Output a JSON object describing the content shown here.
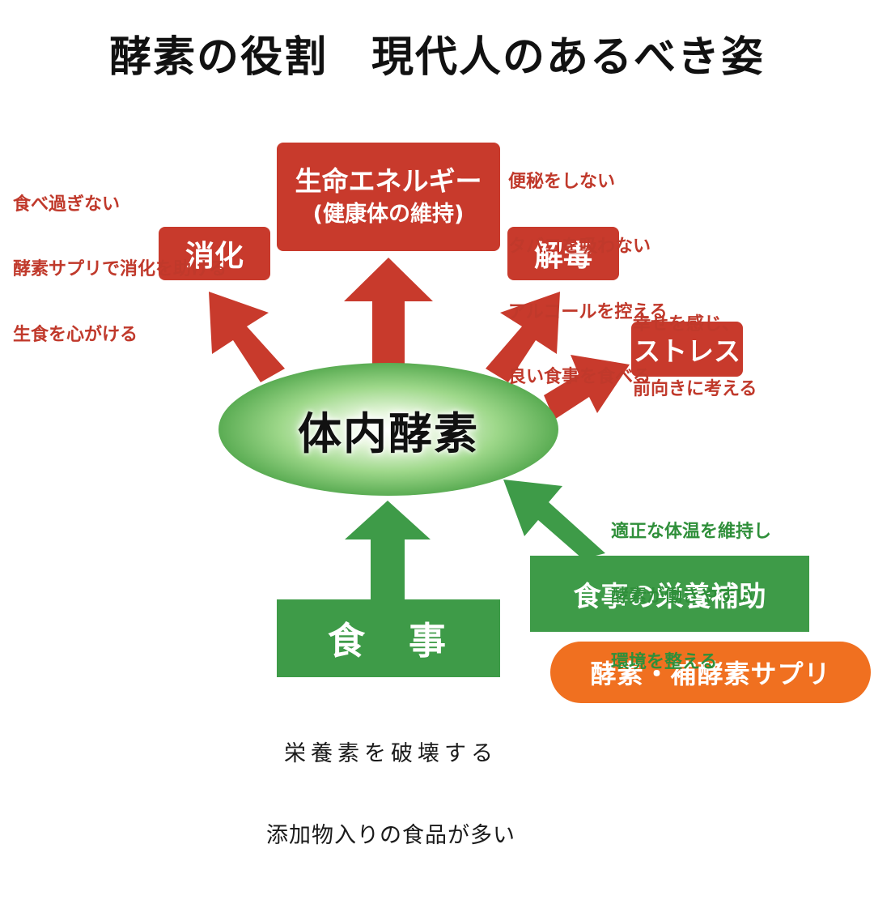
{
  "title": "酵素の役割　現代人のあるべき姿",
  "center": "体内酵素",
  "boxes": {
    "energy_line1": "生命エネルギー",
    "energy_line2": "(健康体の維持)",
    "digestion": "消化",
    "detox": "解毒",
    "stress": "ストレス",
    "meal": "食　事",
    "nutrition_support": "食事の栄養補助",
    "supplement": "酵素・補酵素サプリ"
  },
  "notes": {
    "digestion": [
      "食べ過ぎない",
      "酵素サプリで消化を助ける",
      "生食を心がける"
    ],
    "detox": [
      "便秘をしない",
      "タバコを吸わない",
      "アルコールを控える",
      "良い食事を食べる"
    ],
    "stress": [
      "幸せを感じ、",
      "前向きに考える"
    ],
    "nutrition": [
      "適正な体温を維持し",
      "酵素が働きやすい",
      "環境を整える"
    ],
    "meal": [
      "栄養素を破壊する",
      "添加物入りの食品が多い"
    ]
  },
  "colors": {
    "red": "#c83a2c",
    "green": "#3e9b48",
    "orange": "#f07020"
  }
}
